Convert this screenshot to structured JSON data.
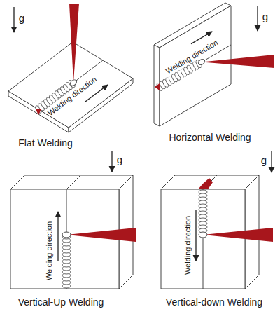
{
  "diagram": {
    "labels": [
      "g",
      "Welding direction",
      "Flat Welding",
      "Welding direction",
      "g",
      "Horizontal Welding",
      "g",
      "Welding direction",
      "Vertical-Up Welding",
      "Welding direction",
      "g",
      "Vertical-down Welding"
    ]
  }
}
